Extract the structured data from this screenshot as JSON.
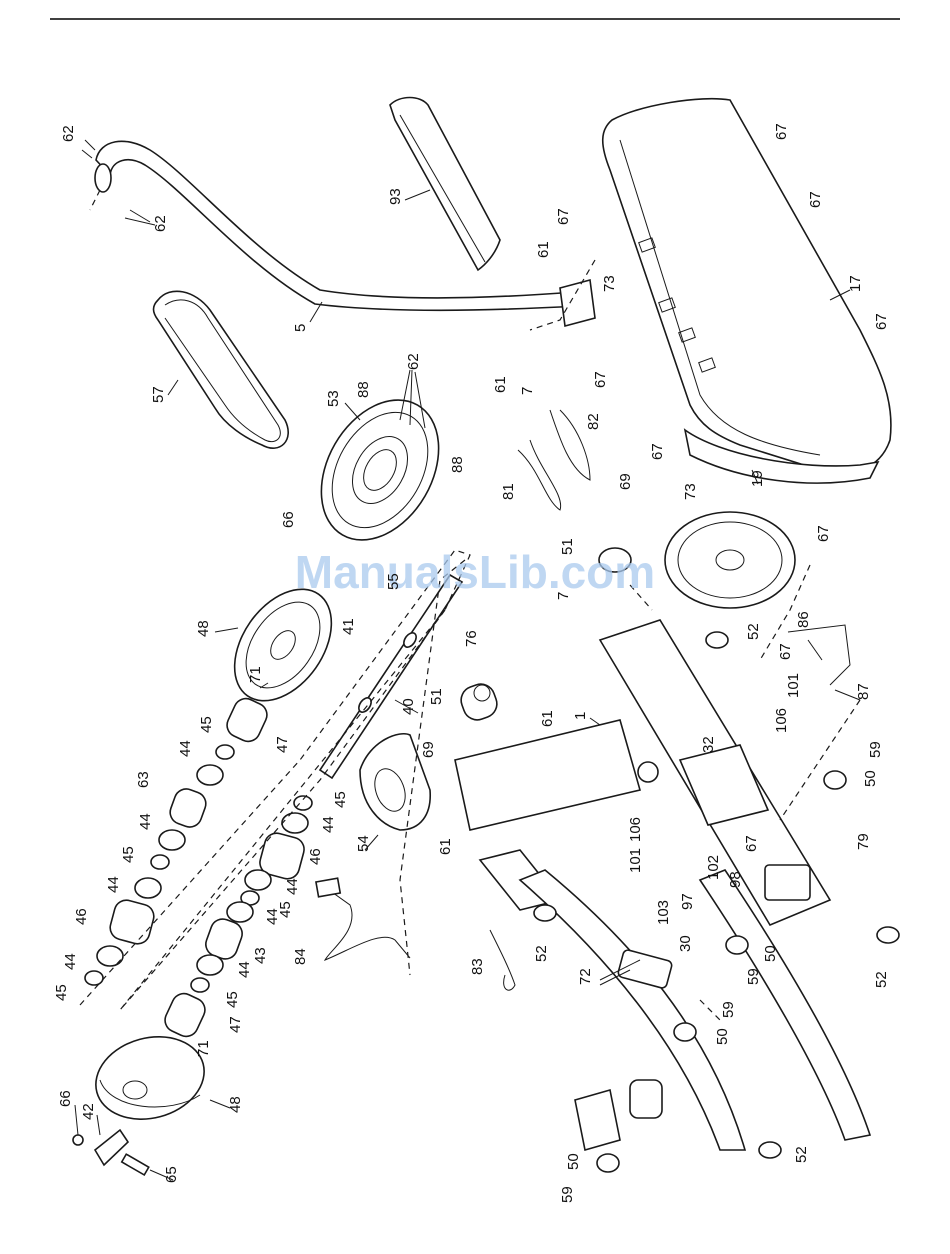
{
  "watermark": "ManualsLib.com",
  "part_labels": [
    {
      "id": "p1",
      "text": "1"
    },
    {
      "id": "p5",
      "text": "5"
    },
    {
      "id": "p7a",
      "text": "7"
    },
    {
      "id": "p7b",
      "text": "7"
    },
    {
      "id": "p17",
      "text": "17"
    },
    {
      "id": "p19",
      "text": "19"
    },
    {
      "id": "p30",
      "text": "30"
    },
    {
      "id": "p32",
      "text": "32"
    },
    {
      "id": "p40",
      "text": "40"
    },
    {
      "id": "p41",
      "text": "41"
    },
    {
      "id": "p42",
      "text": "42"
    },
    {
      "id": "p43a",
      "text": "43"
    },
    {
      "id": "p44a",
      "text": "44"
    },
    {
      "id": "p44b",
      "text": "44"
    },
    {
      "id": "p44c",
      "text": "44"
    },
    {
      "id": "p44d",
      "text": "44"
    },
    {
      "id": "p44e",
      "text": "44"
    },
    {
      "id": "p44f",
      "text": "44"
    },
    {
      "id": "p44g",
      "text": "44"
    },
    {
      "id": "p44h",
      "text": "44"
    },
    {
      "id": "p45a",
      "text": "45"
    },
    {
      "id": "p45b",
      "text": "45"
    },
    {
      "id": "p45c",
      "text": "45"
    },
    {
      "id": "p45d",
      "text": "45"
    },
    {
      "id": "p45e",
      "text": "45"
    },
    {
      "id": "p45f",
      "text": "45"
    },
    {
      "id": "p46a",
      "text": "46"
    },
    {
      "id": "p46b",
      "text": "46"
    },
    {
      "id": "p47a",
      "text": "47"
    },
    {
      "id": "p47b",
      "text": "47"
    },
    {
      "id": "p48a",
      "text": "48"
    },
    {
      "id": "p48b",
      "text": "48"
    },
    {
      "id": "p50a",
      "text": "50"
    },
    {
      "id": "p50b",
      "text": "50"
    },
    {
      "id": "p50c",
      "text": "50"
    },
    {
      "id": "p50d",
      "text": "50"
    },
    {
      "id": "p51a",
      "text": "51"
    },
    {
      "id": "p51b",
      "text": "51"
    },
    {
      "id": "p52a",
      "text": "52"
    },
    {
      "id": "p52b",
      "text": "52"
    },
    {
      "id": "p52c",
      "text": "52"
    },
    {
      "id": "p52d",
      "text": "52"
    },
    {
      "id": "p53",
      "text": "53"
    },
    {
      "id": "p54",
      "text": "54"
    },
    {
      "id": "p55",
      "text": "55"
    },
    {
      "id": "p57",
      "text": "57"
    },
    {
      "id": "p59a",
      "text": "59"
    },
    {
      "id": "p59b",
      "text": "59"
    },
    {
      "id": "p59c",
      "text": "59"
    },
    {
      "id": "p59d",
      "text": "59"
    },
    {
      "id": "p61a",
      "text": "61"
    },
    {
      "id": "p61b",
      "text": "61"
    },
    {
      "id": "p61c",
      "text": "61"
    },
    {
      "id": "p61d",
      "text": "61"
    },
    {
      "id": "p62a",
      "text": "62"
    },
    {
      "id": "p62b",
      "text": "62"
    },
    {
      "id": "p62c",
      "text": "62"
    },
    {
      "id": "p63",
      "text": "63"
    },
    {
      "id": "p65",
      "text": "65"
    },
    {
      "id": "p66a",
      "text": "66"
    },
    {
      "id": "p66b",
      "text": "66"
    },
    {
      "id": "p67a",
      "text": "67"
    },
    {
      "id": "p67b",
      "text": "67"
    },
    {
      "id": "p67c",
      "text": "67"
    },
    {
      "id": "p67d",
      "text": "67"
    },
    {
      "id": "p67e",
      "text": "67"
    },
    {
      "id": "p67f",
      "text": "67"
    },
    {
      "id": "p67g",
      "text": "67"
    },
    {
      "id": "p67h",
      "text": "67"
    },
    {
      "id": "p67i",
      "text": "67"
    },
    {
      "id": "p69a",
      "text": "69"
    },
    {
      "id": "p69b",
      "text": "69"
    },
    {
      "id": "p71a",
      "text": "71"
    },
    {
      "id": "p71b",
      "text": "71"
    },
    {
      "id": "p72",
      "text": "72"
    },
    {
      "id": "p73a",
      "text": "73"
    },
    {
      "id": "p73b",
      "text": "73"
    },
    {
      "id": "p76",
      "text": "76"
    },
    {
      "id": "p79",
      "text": "79"
    },
    {
      "id": "p81",
      "text": "81"
    },
    {
      "id": "p82",
      "text": "82"
    },
    {
      "id": "p83",
      "text": "83"
    },
    {
      "id": "p84",
      "text": "84"
    },
    {
      "id": "p86",
      "text": "86"
    },
    {
      "id": "p87",
      "text": "87"
    },
    {
      "id": "p88a",
      "text": "88"
    },
    {
      "id": "p88b",
      "text": "88"
    },
    {
      "id": "p93",
      "text": "93"
    },
    {
      "id": "p97",
      "text": "97"
    },
    {
      "id": "p98",
      "text": "98"
    },
    {
      "id": "p101a",
      "text": "101"
    },
    {
      "id": "p101b",
      "text": "101"
    },
    {
      "id": "p102",
      "text": "102"
    },
    {
      "id": "p103",
      "text": "103"
    },
    {
      "id": "p106a",
      "text": "106"
    },
    {
      "id": "p106b",
      "text": "106"
    }
  ]
}
